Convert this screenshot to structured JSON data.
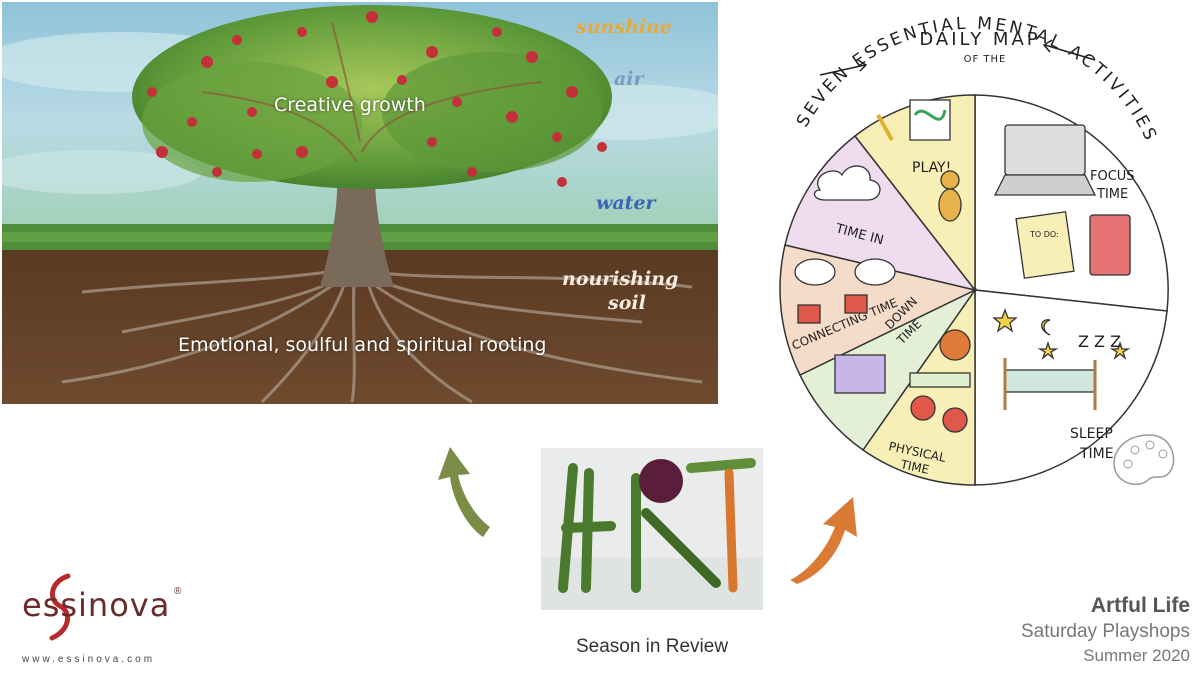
{
  "tree_panel": {
    "caption_top": "Creative growth",
    "caption_bottom": "Emotional, soulful and spiritual rooting",
    "labels": {
      "sunshine": "sunshine",
      "air": "air",
      "water": "water",
      "soil_line1": "nourishing",
      "soil_line2": "soil"
    }
  },
  "wheel": {
    "title_line1": "DAILY MAP",
    "title_line2": "OF THE",
    "title_arc": "SEVEN ESSENTIAL MENTAL ACTIVITIES",
    "segments": {
      "play": "PLAY!",
      "focus_1": "FOCUS",
      "focus_2": "TIME",
      "sleep_1": "SLEEP",
      "sleep_2": "TIME",
      "physical_1": "PHYSICAL",
      "physical_2": "TIME",
      "down_1": "DOWN",
      "down_2": "TIME",
      "connecting": "CONNECTING TIME",
      "timein": "TIME IN",
      "todo": "TO DO:",
      "zzz": "Z Z Z"
    }
  },
  "photo": {
    "word": "ART",
    "caption": "Season in Review"
  },
  "brand": {
    "title": "Artful Life",
    "subtitle": "Saturday Playshops",
    "season": "Summer 2020"
  },
  "logo": {
    "name": "essinova",
    "mark": "®",
    "url": "www.essinova.com"
  },
  "colors": {
    "arrow_green": "#7a8c45",
    "arrow_orange": "#d97a35",
    "sunshine": "#e8a83a",
    "air": "#7a9abf",
    "water": "#3e64b8",
    "soil_text": "#f4ece0"
  }
}
